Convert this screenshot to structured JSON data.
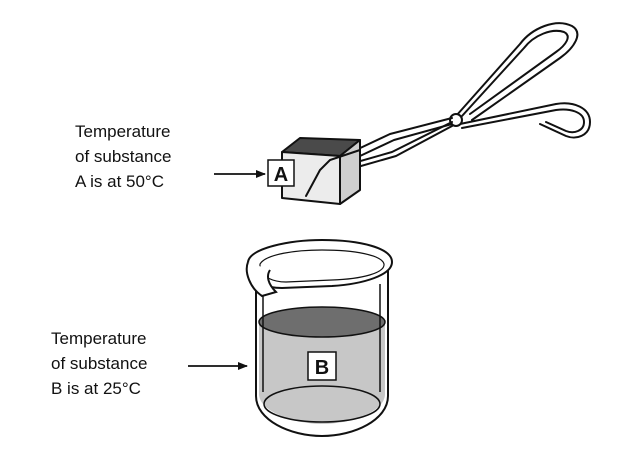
{
  "substance_a": {
    "tag": "A",
    "label_lines": [
      "Temperature",
      "of substance",
      "A is at 50°C"
    ]
  },
  "substance_b": {
    "tag": "B",
    "label_lines": [
      "Temperature",
      "of substance",
      "B is at 25°C"
    ]
  },
  "colors": {
    "ink": "#111111",
    "cube_top": "#4a4a4a",
    "cube_front": "#ececec",
    "cube_side": "#cfcfcf",
    "liquid": "#c7c7c7",
    "liquid_surface": "#6e6e6e"
  }
}
